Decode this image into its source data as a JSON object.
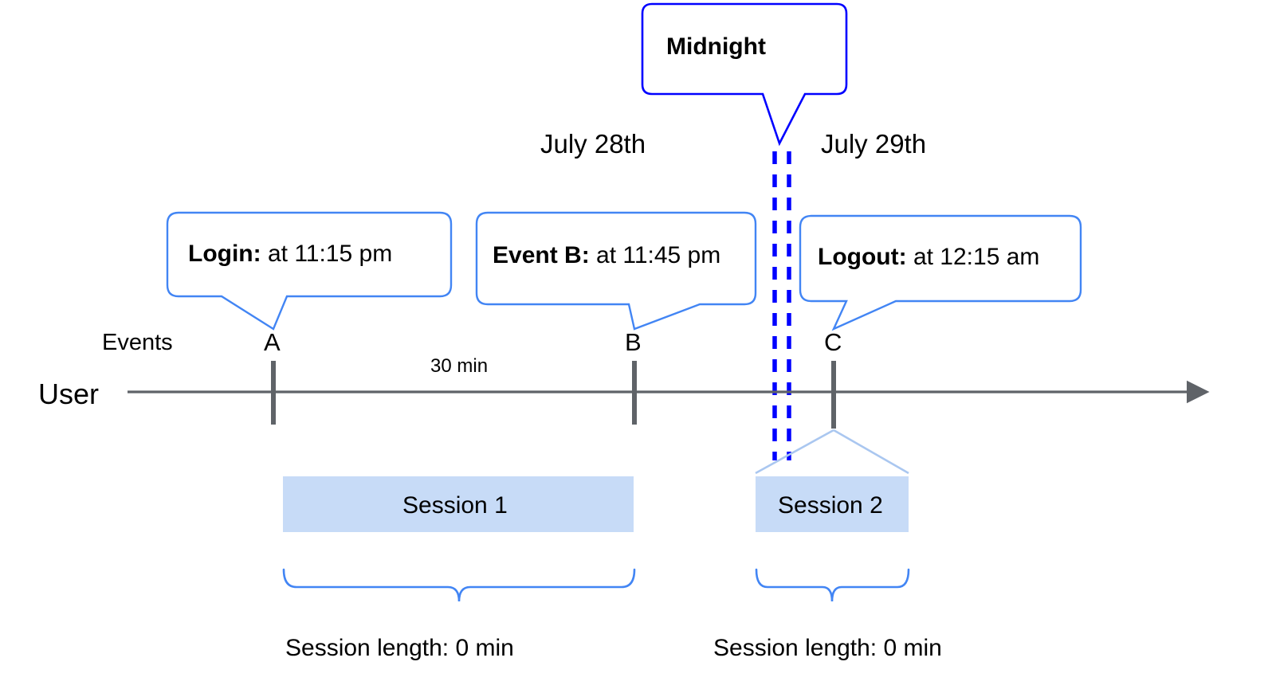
{
  "diagram": {
    "title_callout": {
      "label": "Midnight"
    },
    "dates": [
      {
        "label": "July 28th"
      },
      {
        "label": "July 29th"
      }
    ],
    "event_callouts": [
      {
        "bold": "Login:",
        "rest": " at 11:15 pm"
      },
      {
        "bold": "Event B:",
        "rest": " at 11:45 pm"
      },
      {
        "bold": "Logout:",
        "rest": " at 12:15 am"
      }
    ],
    "lane_labels": {
      "events": "Events",
      "user": "User"
    },
    "event_markers": [
      {
        "letter": "A"
      },
      {
        "letter": "B"
      },
      {
        "letter": "C"
      }
    ],
    "durations": [
      {
        "label": "30 min"
      }
    ],
    "sessions": [
      {
        "label": "Session 1"
      },
      {
        "label": "Session 2"
      }
    ],
    "session_lengths": [
      {
        "label": "Session length: 0 min"
      },
      {
        "label": "Session length: 0 min"
      }
    ],
    "colors": {
      "callout_border": "#4285f4",
      "midnight_border": "#0000ff",
      "midnight_dash": "#0000ff",
      "axis": "#5f6368",
      "tick": "#5f6368",
      "session_fill": "#c7dbf7",
      "session_guide": "#aac7f0",
      "brace": "#4285f4"
    }
  }
}
